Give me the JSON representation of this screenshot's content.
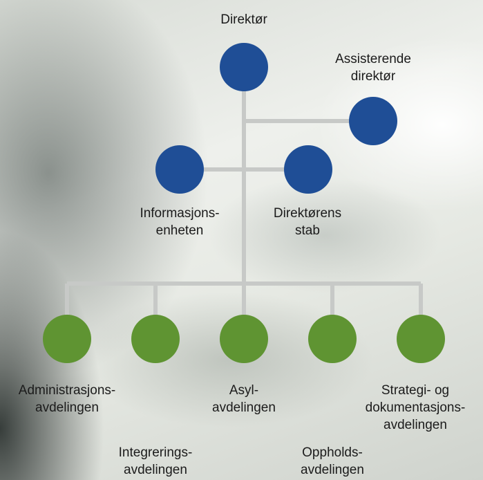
{
  "colors": {
    "connector": "#c7c9c7",
    "management": "#1f4e96",
    "department": "#5f9432",
    "text": "#1b1b1b"
  },
  "nodes": {
    "director": {
      "label": "Direktør"
    },
    "assistant_director": {
      "label": "Assisterende\ndirektør"
    },
    "information_unit": {
      "label": "Informasjons-\nenheten"
    },
    "directors_staff": {
      "label": "Direktørens\nstab"
    },
    "administration": {
      "label": "Administrasjons-\navdelingen"
    },
    "integration": {
      "label": "Integrerings-\navdelingen"
    },
    "asylum": {
      "label": "Asyl-\navdelingen"
    },
    "residence": {
      "label": "Oppholds-\navdelingen"
    },
    "strategy": {
      "label": "Strategi- og\ndokumentasjons-\navdelingen"
    }
  }
}
